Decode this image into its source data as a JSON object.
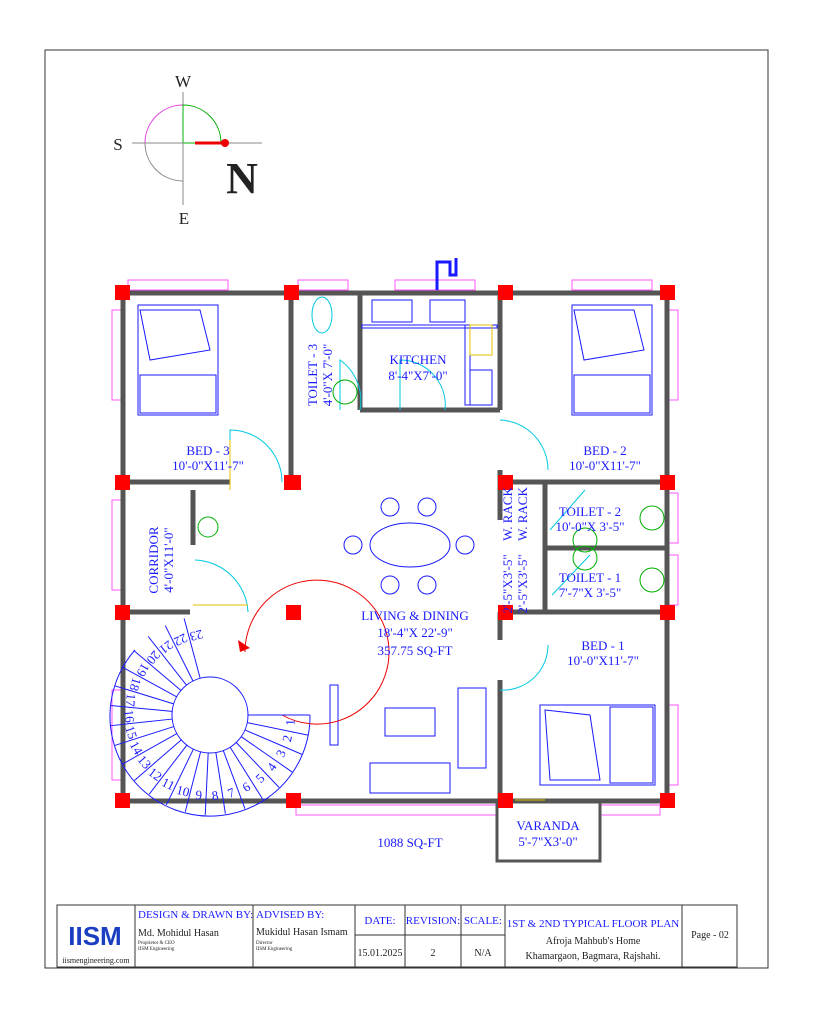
{
  "compass": {
    "north": "N",
    "south": "S",
    "east": "E",
    "west": "W"
  },
  "rooms": {
    "bed3": {
      "name": "BED - 3",
      "size": "10'-0\"X11'-7\""
    },
    "toilet3": {
      "name": "TOILET - 3",
      "size": "4'-0\"X 7'-0\""
    },
    "kitchen": {
      "name": "KITCHEN",
      "size": "8'-4\"X7'-0\""
    },
    "bed2": {
      "name": "BED - 2",
      "size": "10'-0\"X11'-7\""
    },
    "corridor": {
      "name": "CORRIDOR",
      "size": "4'-0\"X11'-0\""
    },
    "wrack1": {
      "name": "W. RACK",
      "size": "2'-5\"X3'-5\""
    },
    "wrack2": {
      "name": "W. RACK",
      "size": "2'-5\"X3'-5\""
    },
    "toilet2": {
      "name": "TOILET - 2",
      "size": "10'-0\"X 3'-5\""
    },
    "toilet1": {
      "name": "TOILET - 1",
      "size": "7'-7\"X 3'-5\""
    },
    "living": {
      "name": "LIVING & DINING",
      "size": "18'-4\"X 22'-9\"",
      "area": "357.75 SQ-FT"
    },
    "bed1": {
      "name": "BED - 1",
      "size": "10'-0\"X11'-7\""
    },
    "varanda": {
      "name": "VARANDA",
      "size": "5'-7\"X3'-0\""
    }
  },
  "total_area": "1088 SQ-FT",
  "stair_steps": [
    "1",
    "2",
    "3",
    "4",
    "5",
    "6",
    "7",
    "8",
    "9",
    "10",
    "11",
    "12",
    "13",
    "14",
    "15",
    "16",
    "17",
    "18",
    "19",
    "20",
    "21",
    "22",
    "23"
  ],
  "title_block": {
    "logo_text": "IISM",
    "website": "iismengineering.com",
    "design_heading": "DESIGN & DRAWN BY:",
    "designer_name": "Md. Mohidul Hasan",
    "designer_role": "Proprietor & CEO",
    "designer_company": "IISM Engineering",
    "advised_heading": "ADVISED BY:",
    "advisor_name": "Mukidul Hasan Ismam",
    "advisor_role": "Director",
    "advisor_company": "IISM Engineering",
    "date_heading": "DATE:",
    "date": "15.01.2025",
    "revision_heading": "REVISION:",
    "revision": "2",
    "scale_heading": "SCALE:",
    "scale": "N/A",
    "plan_title": "1ST & 2ND TYPICAL FLOOR PLAN",
    "client": "Afroja Mahbub's Home",
    "location": "Khamargaon, Bagmara, Rajshahi.",
    "page": "Page - 02"
  }
}
